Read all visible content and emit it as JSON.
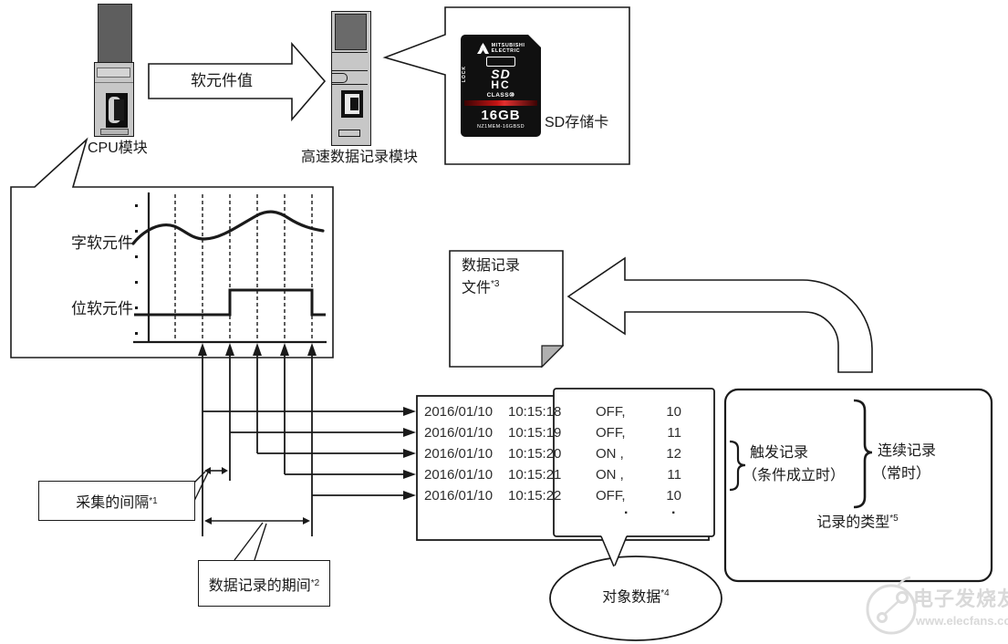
{
  "modules": {
    "cpu_label": "CPU模块",
    "logger_label": "高速数据记录模块",
    "flow_arrow_label": "软元件值"
  },
  "sd_box": {
    "label": "SD存储卡",
    "card": {
      "brand_line1": "MITSUBISHI",
      "brand_line2": "ELECTRIC",
      "sd_logo_top": "SD",
      "sd_logo_bottom": "HC",
      "class_label": "CLASS⑩",
      "capacity": "16GB",
      "model": "NZ1MEM-16GBSD",
      "lock": "LOCK"
    }
  },
  "chart": {
    "word_device_label": "字软元件",
    "bit_device_label": "位软元件"
  },
  "log_file": {
    "line1": "数据记录",
    "line2": "文件",
    "note": "*3"
  },
  "table": {
    "rows": [
      {
        "date": "2016/01/10",
        "time": "10:15:18",
        "state": "OFF,",
        "value": "10"
      },
      {
        "date": "2016/01/10",
        "time": "10:15:19",
        "state": "OFF,",
        "value": "11"
      },
      {
        "date": "2016/01/10",
        "time": "10:15:20",
        "state": "ON ,",
        "value": "12"
      },
      {
        "date": "2016/01/10",
        "time": "10:15:21",
        "state": "ON ,",
        "value": "11"
      },
      {
        "date": "2016/01/10",
        "time": "10:15:22",
        "state": "OFF,",
        "value": "10"
      }
    ],
    "ellipsis": "·"
  },
  "callouts": {
    "interval": {
      "label": "采集的间隔",
      "note": "*1"
    },
    "period": {
      "label": "数据记录的期间",
      "note": "*2"
    },
    "target": {
      "label": "对象数据",
      "note": "*4"
    }
  },
  "record_types": {
    "trigger_line1": "触发记录",
    "trigger_line2": "（条件成立时）",
    "continuous_line1": "连续记录",
    "continuous_line2": "（常时）",
    "title": "记录的类型",
    "title_note": "*5"
  },
  "watermark": {
    "name": "电子发烧友",
    "url": "www.elecfans.com"
  },
  "colors": {
    "line": "#1a1a1a",
    "sd_stripe_red": "#c41414",
    "fold_gray": "#b0b0b0"
  }
}
